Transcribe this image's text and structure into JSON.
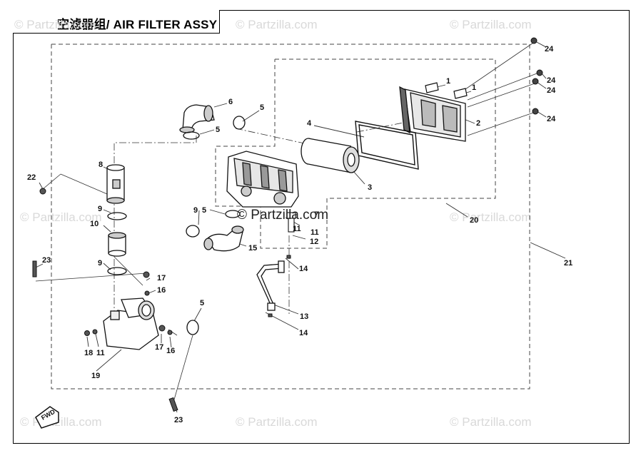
{
  "title": "空滤器组/ AIR FILTER ASSY",
  "watermark": "© Partzilla.com",
  "fwd_label": "FWD",
  "callouts": [
    "1",
    "1",
    "2",
    "3",
    "4",
    "5",
    "5",
    "5",
    "5",
    "6",
    "7",
    "8",
    "9",
    "9",
    "9",
    "10",
    "11",
    "11",
    "11",
    "12",
    "13",
    "14",
    "14",
    "15",
    "16",
    "16",
    "17",
    "17",
    "18",
    "19",
    "20",
    "21",
    "22",
    "23",
    "23",
    "24",
    "24",
    "24",
    "24"
  ]
}
